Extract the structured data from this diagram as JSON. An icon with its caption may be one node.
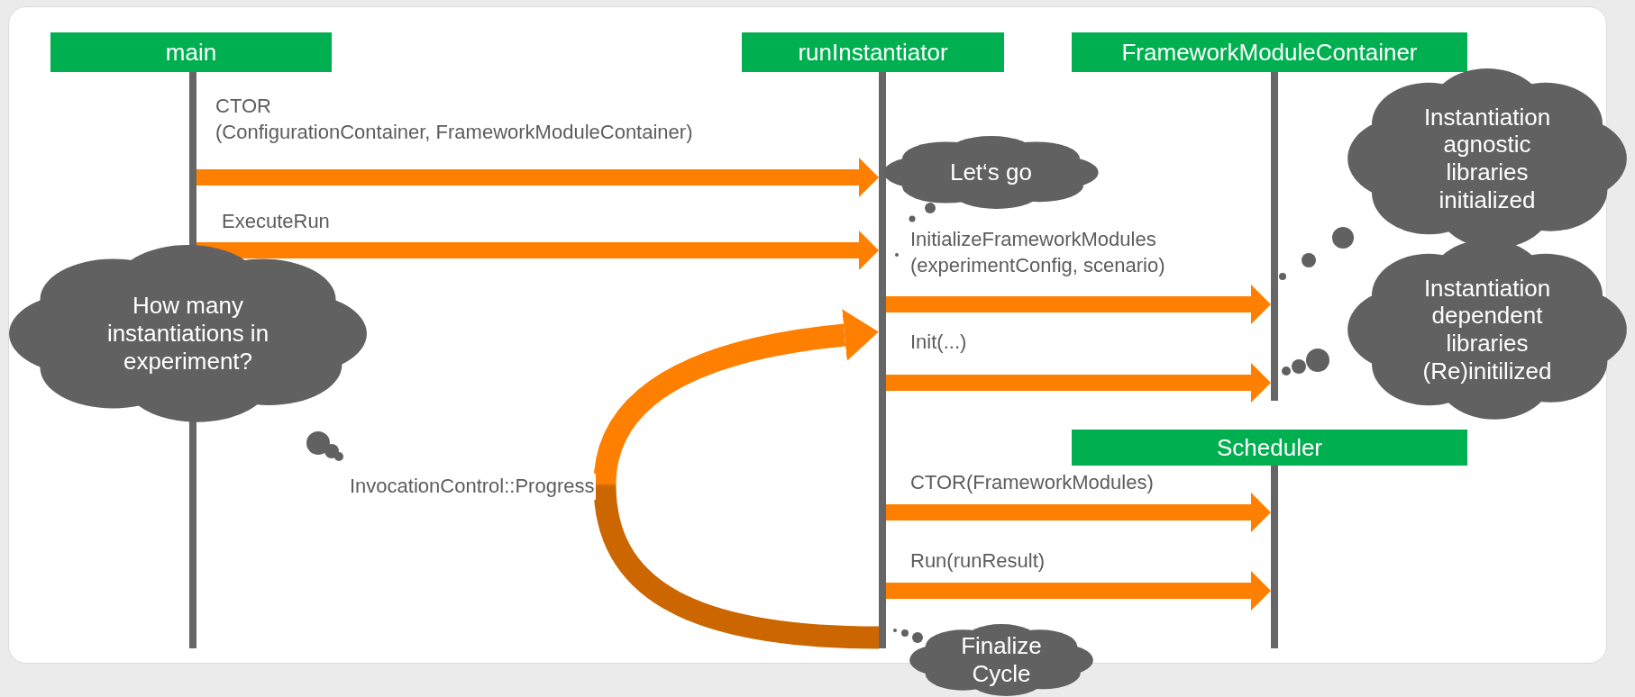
{
  "diagram": {
    "nodes": [
      {
        "text": [
          "main"
        ]
      },
      {
        "text": [
          "runInstantiator"
        ]
      },
      {
        "text": [
          "FrameworkModuleContainer"
        ]
      },
      {
        "text": [
          "Scheduler"
        ]
      },
      {
        "text": [
          "How many instantiations in experiment?"
        ]
      },
      {
        "text": [
          "Let‘s go"
        ]
      },
      {
        "text": [
          "Instantiation agnostic libraries initialized"
        ]
      },
      {
        "text": [
          "Instantiation dependent libraries (Re)initilized"
        ]
      },
      {
        "text": [
          "Finalize Cycle"
        ]
      },
      {
        "text": [],
        "shape": "bar"
      },
      {
        "text": [],
        "shape": "bar"
      },
      {
        "text": [],
        "shape": "bar"
      },
      {
        "text": [],
        "shape": "bar"
      }
    ],
    "edges": [
      {
        "from": 9,
        "to": 10,
        "arrow": "to",
        "label": "CTOR (ConfigurationContainer, FrameworkModuleContainer)"
      },
      {
        "from": 9,
        "to": 10,
        "arrow": "to",
        "label": "ExecuteRun"
      },
      {
        "from": 10,
        "to": 11,
        "arrow": "to",
        "label": "InitializeFrameworkModules (experimentConfig, scenario)"
      },
      {
        "from": 10,
        "to": 11,
        "arrow": "to",
        "label": "Init(...)"
      },
      {
        "from": 10,
        "to": 12,
        "arrow": "to",
        "label": "CTOR(FrameworkModules)"
      },
      {
        "from": 10,
        "to": 12,
        "arrow": "to",
        "label": "Run(runResult)"
      },
      {
        "from": 10,
        "to": 10,
        "arrow": "to",
        "label": "InvocationControl::Progress"
      }
    ]
  }
}
